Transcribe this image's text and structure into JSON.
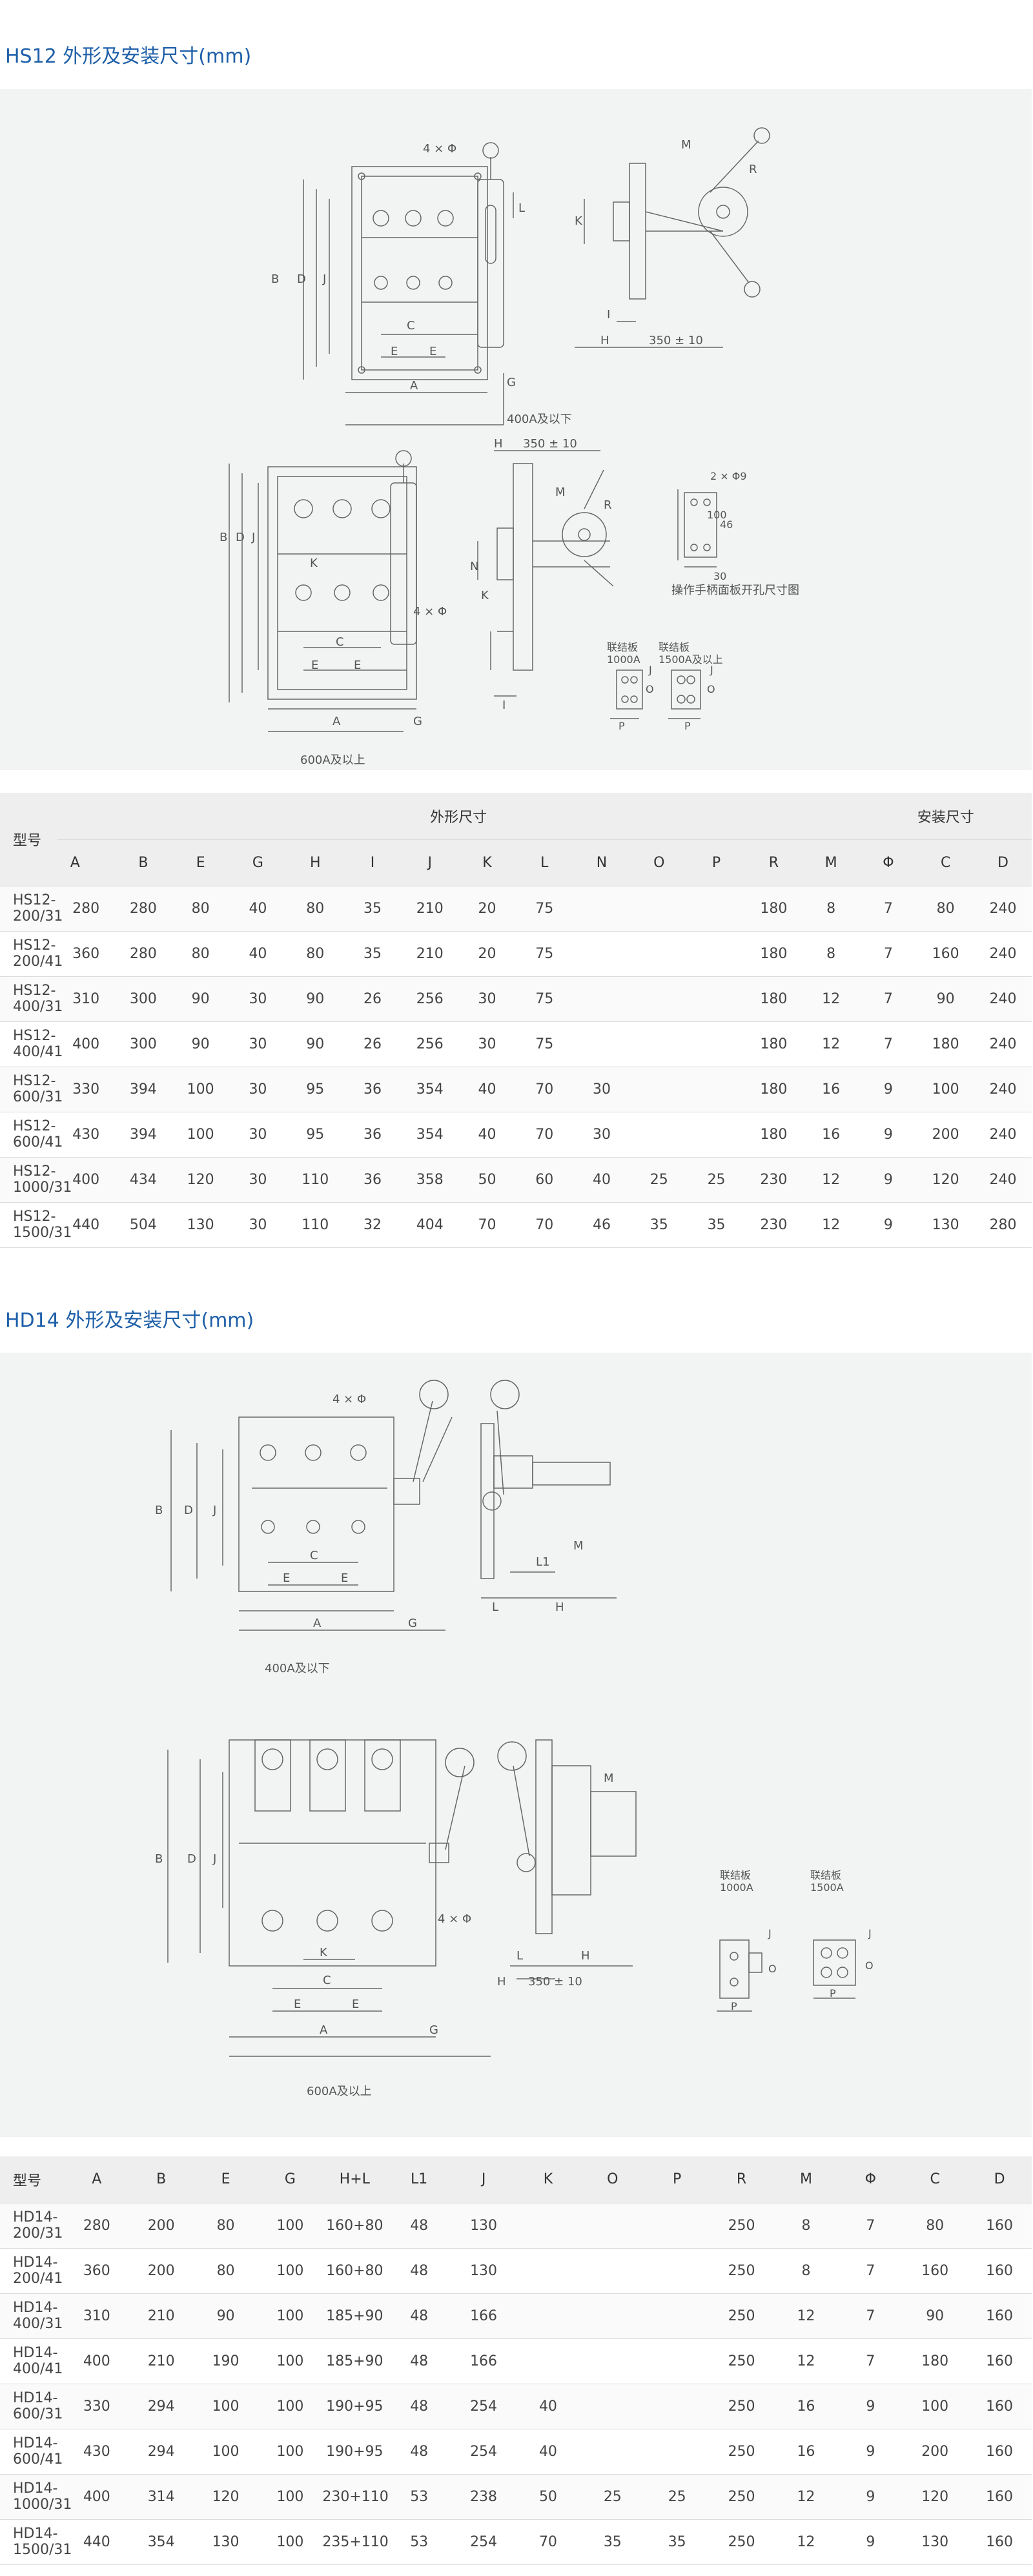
{
  "hs12": {
    "title": "HS12 外形及安装尺寸(mm)",
    "captions": {
      "small": "400A及以下",
      "large": "600A及以上",
      "handle_panel": "操作手柄面板开孔尺寸图",
      "tie_1000": "联结板\n1000A",
      "tie_1500": "联结板\n1500A及以上"
    },
    "table": {
      "model_header": "型号",
      "group_outline": "外形尺寸",
      "group_install": "安装尺寸",
      "columns": [
        "A",
        "B",
        "E",
        "G",
        "H",
        "I",
        "J",
        "K",
        "L",
        "N",
        "O",
        "P",
        "R",
        "M",
        "Φ",
        "C",
        "D"
      ],
      "rows": [
        [
          "HS12-200/31",
          "280",
          "280",
          "80",
          "40",
          "80",
          "35",
          "210",
          "20",
          "75",
          "",
          "",
          "",
          "180",
          "8",
          "7",
          "80",
          "240"
        ],
        [
          "HS12-200/41",
          "360",
          "280",
          "80",
          "40",
          "80",
          "35",
          "210",
          "20",
          "75",
          "",
          "",
          "",
          "180",
          "8",
          "7",
          "160",
          "240"
        ],
        [
          "HS12-400/31",
          "310",
          "300",
          "90",
          "30",
          "90",
          "26",
          "256",
          "30",
          "75",
          "",
          "",
          "",
          "180",
          "12",
          "7",
          "90",
          "240"
        ],
        [
          "HS12-400/41",
          "400",
          "300",
          "90",
          "30",
          "90",
          "26",
          "256",
          "30",
          "75",
          "",
          "",
          "",
          "180",
          "12",
          "7",
          "180",
          "240"
        ],
        [
          "HS12-600/31",
          "330",
          "394",
          "100",
          "30",
          "95",
          "36",
          "354",
          "40",
          "70",
          "30",
          "",
          "",
          "180",
          "16",
          "9",
          "100",
          "240"
        ],
        [
          "HS12-600/41",
          "430",
          "394",
          "100",
          "30",
          "95",
          "36",
          "354",
          "40",
          "70",
          "30",
          "",
          "",
          "180",
          "16",
          "9",
          "200",
          "240"
        ],
        [
          "HS12-1000/31",
          "400",
          "434",
          "120",
          "30",
          "110",
          "36",
          "358",
          "50",
          "60",
          "40",
          "25",
          "25",
          "230",
          "12",
          "9",
          "120",
          "240"
        ],
        [
          "HS12-1500/31",
          "440",
          "504",
          "130",
          "30",
          "110",
          "32",
          "404",
          "70",
          "70",
          "46",
          "35",
          "35",
          "230",
          "12",
          "9",
          "130",
          "280"
        ]
      ]
    }
  },
  "hd14": {
    "title": "HD14 外形及安装尺寸(mm)",
    "captions": {
      "small": "400A及以下",
      "large": "600A及以上",
      "tie_1000": "联结板\n1000A",
      "tie_1500": "联结板\n1500A"
    },
    "table": {
      "model_header": "型号",
      "columns": [
        "A",
        "B",
        "E",
        "G",
        "H+L",
        "L1",
        "J",
        "K",
        "O",
        "P",
        "R",
        "M",
        "Φ",
        "C",
        "D"
      ],
      "rows": [
        [
          "HD14-200/31",
          "280",
          "200",
          "80",
          "100",
          "160+80",
          "48",
          "130",
          "",
          "",
          "",
          "250",
          "8",
          "7",
          "80",
          "160"
        ],
        [
          "HD14-200/41",
          "360",
          "200",
          "80",
          "100",
          "160+80",
          "48",
          "130",
          "",
          "",
          "",
          "250",
          "8",
          "7",
          "160",
          "160"
        ],
        [
          "HD14-400/31",
          "310",
          "210",
          "90",
          "100",
          "185+90",
          "48",
          "166",
          "",
          "",
          "",
          "250",
          "12",
          "7",
          "90",
          "160"
        ],
        [
          "HD14-400/41",
          "400",
          "210",
          "190",
          "100",
          "185+90",
          "48",
          "166",
          "",
          "",
          "",
          "250",
          "12",
          "7",
          "180",
          "160"
        ],
        [
          "HD14-600/31",
          "330",
          "294",
          "100",
          "100",
          "190+95",
          "48",
          "254",
          "40",
          "",
          "",
          "250",
          "16",
          "9",
          "100",
          "160"
        ],
        [
          "HD14-600/41",
          "430",
          "294",
          "100",
          "100",
          "190+95",
          "48",
          "254",
          "40",
          "",
          "",
          "250",
          "16",
          "9",
          "200",
          "160"
        ],
        [
          "HD14-1000/31",
          "400",
          "314",
          "120",
          "100",
          "230+110",
          "53",
          "238",
          "50",
          "25",
          "25",
          "250",
          "12",
          "9",
          "120",
          "160"
        ],
        [
          "HD14-1500/31",
          "440",
          "354",
          "130",
          "100",
          "235+110",
          "53",
          "254",
          "70",
          "35",
          "35",
          "250",
          "12",
          "9",
          "130",
          "160"
        ]
      ]
    }
  }
}
